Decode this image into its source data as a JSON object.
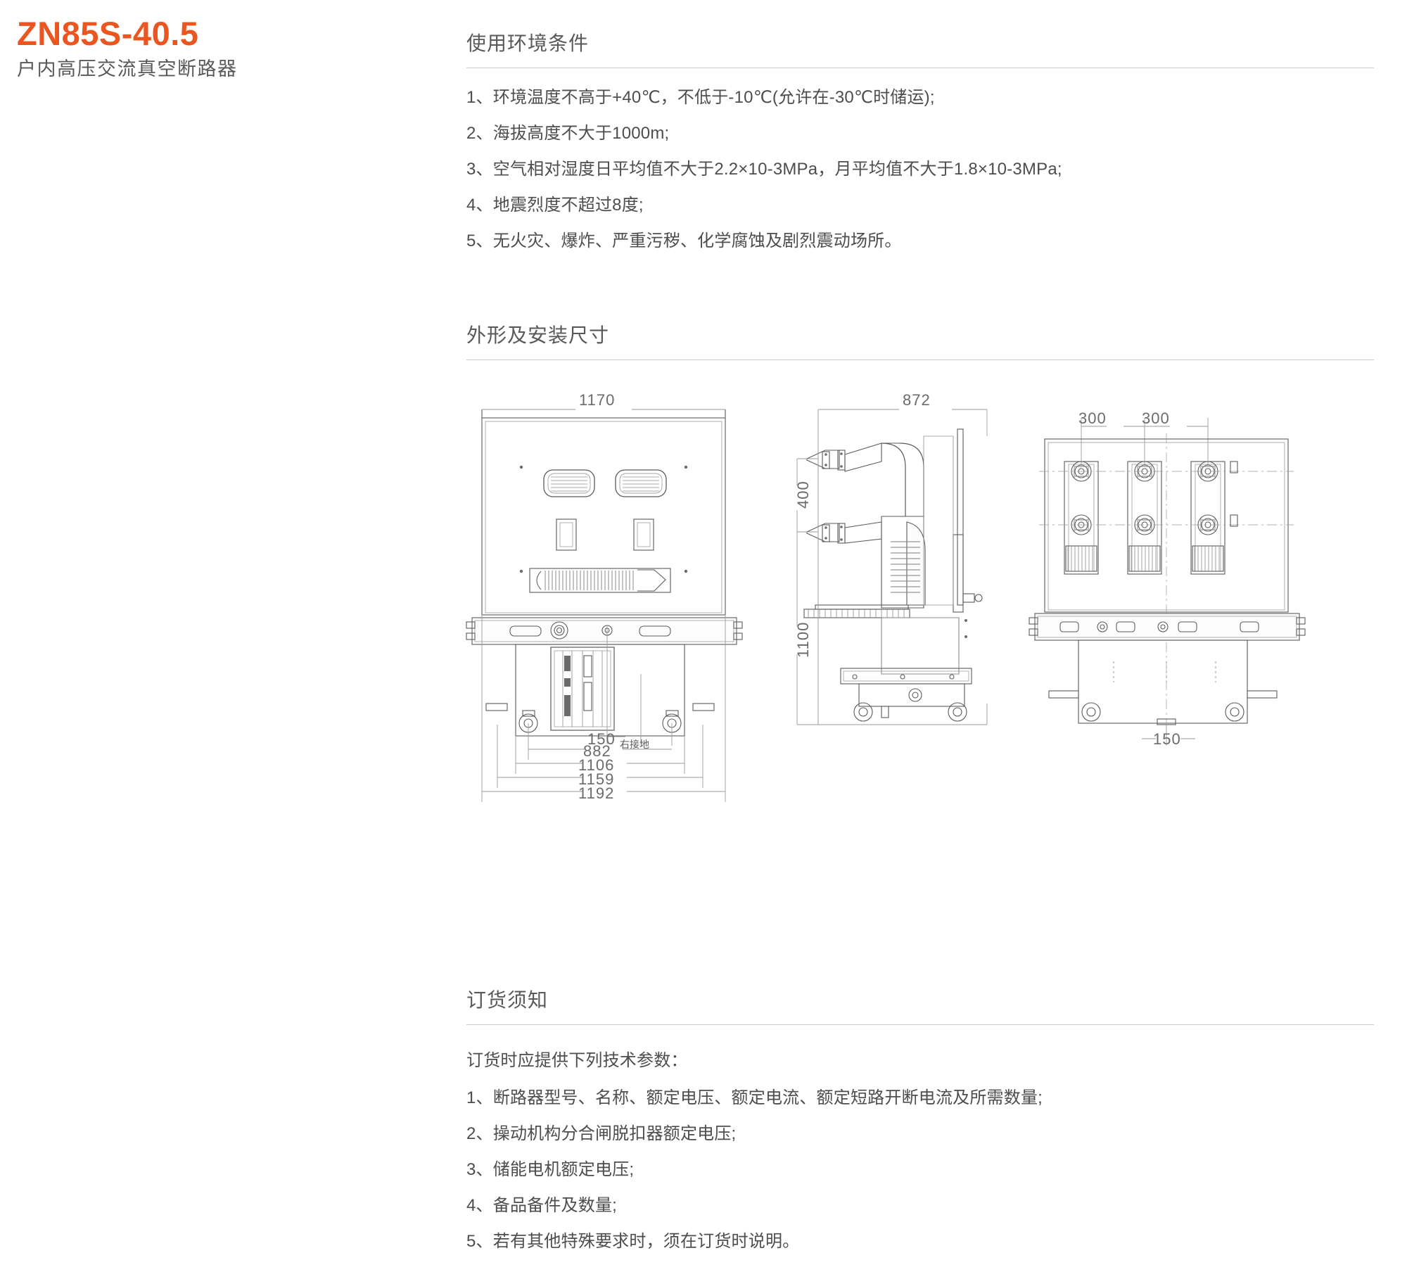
{
  "product": {
    "code": "ZN85S-40.5",
    "name": "户内高压交流真空断路器",
    "accent_color": "#ea5520"
  },
  "sections": {
    "environment": {
      "heading": "使用环境条件",
      "items": [
        "1、环境温度不高于+40℃，不低于-10℃(允许在-30℃时储运);",
        "2、海拔高度不大于1000m;",
        "3、空气相对湿度日平均值不大于2.2×10-3MPa，月平均值不大于1.8×10-3MPa;",
        "4、地震烈度不超过8度;",
        "5、无火灾、爆炸、严重污秽、化学腐蚀及剧烈震动场所。"
      ]
    },
    "dimensions": {
      "heading": "外形及安装尺寸"
    },
    "ordering": {
      "heading": "订货须知",
      "lead": "订货时应提供下列技术参数：",
      "items": [
        "1、断路器型号、名称、额定电压、额定电流、额定短路开断电流及所需数量;",
        "2、操动机构分合闸脱扣器额定电压;",
        "3、储能电机额定电压;",
        "4、备品备件及数量;",
        "5、若有其他特殊要求时，须在订货时说明。"
      ]
    }
  },
  "drawing": {
    "front_view": {
      "top_dim": "1170",
      "bottom_dims": [
        "882",
        "1106",
        "1159",
        "1192"
      ],
      "inner_dim": "150",
      "ground_label": "右接地"
    },
    "side_view": {
      "top_dim": "872",
      "left_dims": [
        "400",
        "1100"
      ]
    },
    "top_view": {
      "pitch_dims": [
        "300",
        "300"
      ],
      "bottom_dim": "150"
    }
  }
}
